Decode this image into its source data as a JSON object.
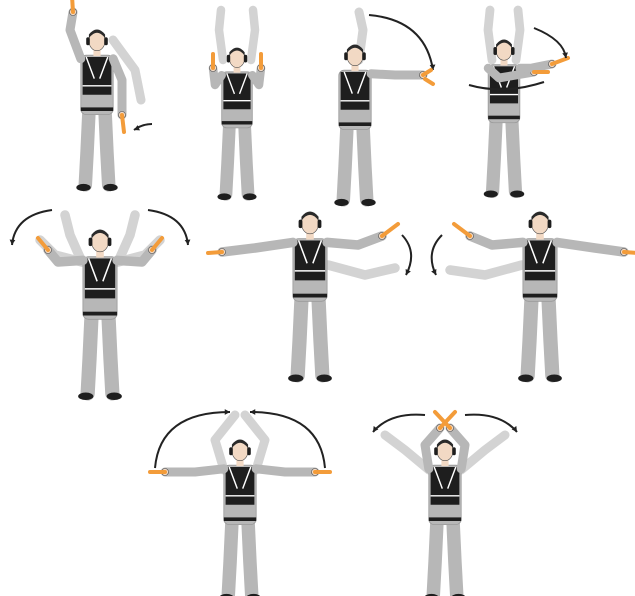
{
  "illustration": {
    "subject": "marshaller-hand-signals",
    "figures": [
      {
        "pose": "one-arm-up-other-down"
      },
      {
        "pose": "both-arms-up"
      },
      {
        "pose": "side-view-arms-forward"
      },
      {
        "pose": "arms-crossed-chest-circling"
      },
      {
        "pose": "arms-out-waving-down"
      },
      {
        "pose": "arms-spread-left-down"
      },
      {
        "pose": "arms-spread-right-down"
      },
      {
        "pose": "arms-out-sweep-overhead"
      },
      {
        "pose": "arms-overhead-crossed"
      }
    ]
  },
  "colors": {
    "suit": "#b7b7b7",
    "suit_shadow": "#9a9a9a",
    "ghost": "#d3d3d3",
    "vest": "#1e1e1e",
    "vest_stripe": "#ffffff",
    "skin": "#f2d9c4",
    "hair": "#2a2a2a",
    "wand": "#f39c3a",
    "outline": "#4a4a4a",
    "arrow": "#222222"
  }
}
